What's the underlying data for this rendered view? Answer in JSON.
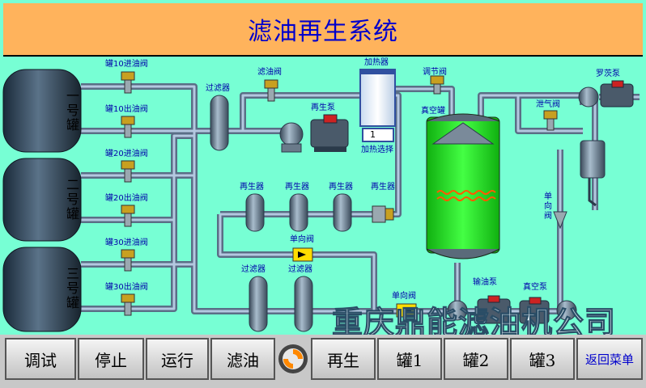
{
  "title": "滤油再生系统",
  "tanks": [
    {
      "label": "一号罐"
    },
    {
      "label": "二号罐"
    },
    {
      "label": "三号罐"
    }
  ],
  "labels": {
    "v10_in": "罐10进油阀",
    "v10_out": "罐10出油阀",
    "v20_in": "罐20进油阀",
    "v20_out": "罐20出油阀",
    "v30_in": "罐30进油阀",
    "v30_out": "罐30出油阀",
    "filter_top": "过滤器",
    "oil_valve": "滤油阀",
    "regen_pump": "再生泵",
    "heater": "加热器",
    "heat_select": "加热选择",
    "regulating_valve": "调节阀",
    "vacuum_tank": "真空罐",
    "roots_pump": "罗茨泵",
    "vent_valve": "泄气阀",
    "check_valve_right": "单向阀",
    "regen1": "再生器",
    "regen2": "再生器",
    "regen3": "再生器",
    "regen4": "再生器",
    "check_valve_mid": "单向阀",
    "filter_b1": "过滤器",
    "filter_b2": "过滤器",
    "check_valve_bottom": "单向阀",
    "oil_pump": "输油泵",
    "vacuum_pump": "真空泵"
  },
  "heater_value": "1",
  "watermark": "重庆鼎能滤油机公司",
  "buttons": {
    "debug": "调试",
    "stop": "停止",
    "run": "运行",
    "filter": "滤油",
    "regen": "再生",
    "tank1": "罐1",
    "tank2": "罐2",
    "tank3": "罐3",
    "menu": "返回菜单"
  },
  "colors": {
    "background": "#77ffd4",
    "title_bar": "#ffb35c",
    "vacuum_tank": "#22ee22",
    "pipe": "#8fa8c8"
  }
}
